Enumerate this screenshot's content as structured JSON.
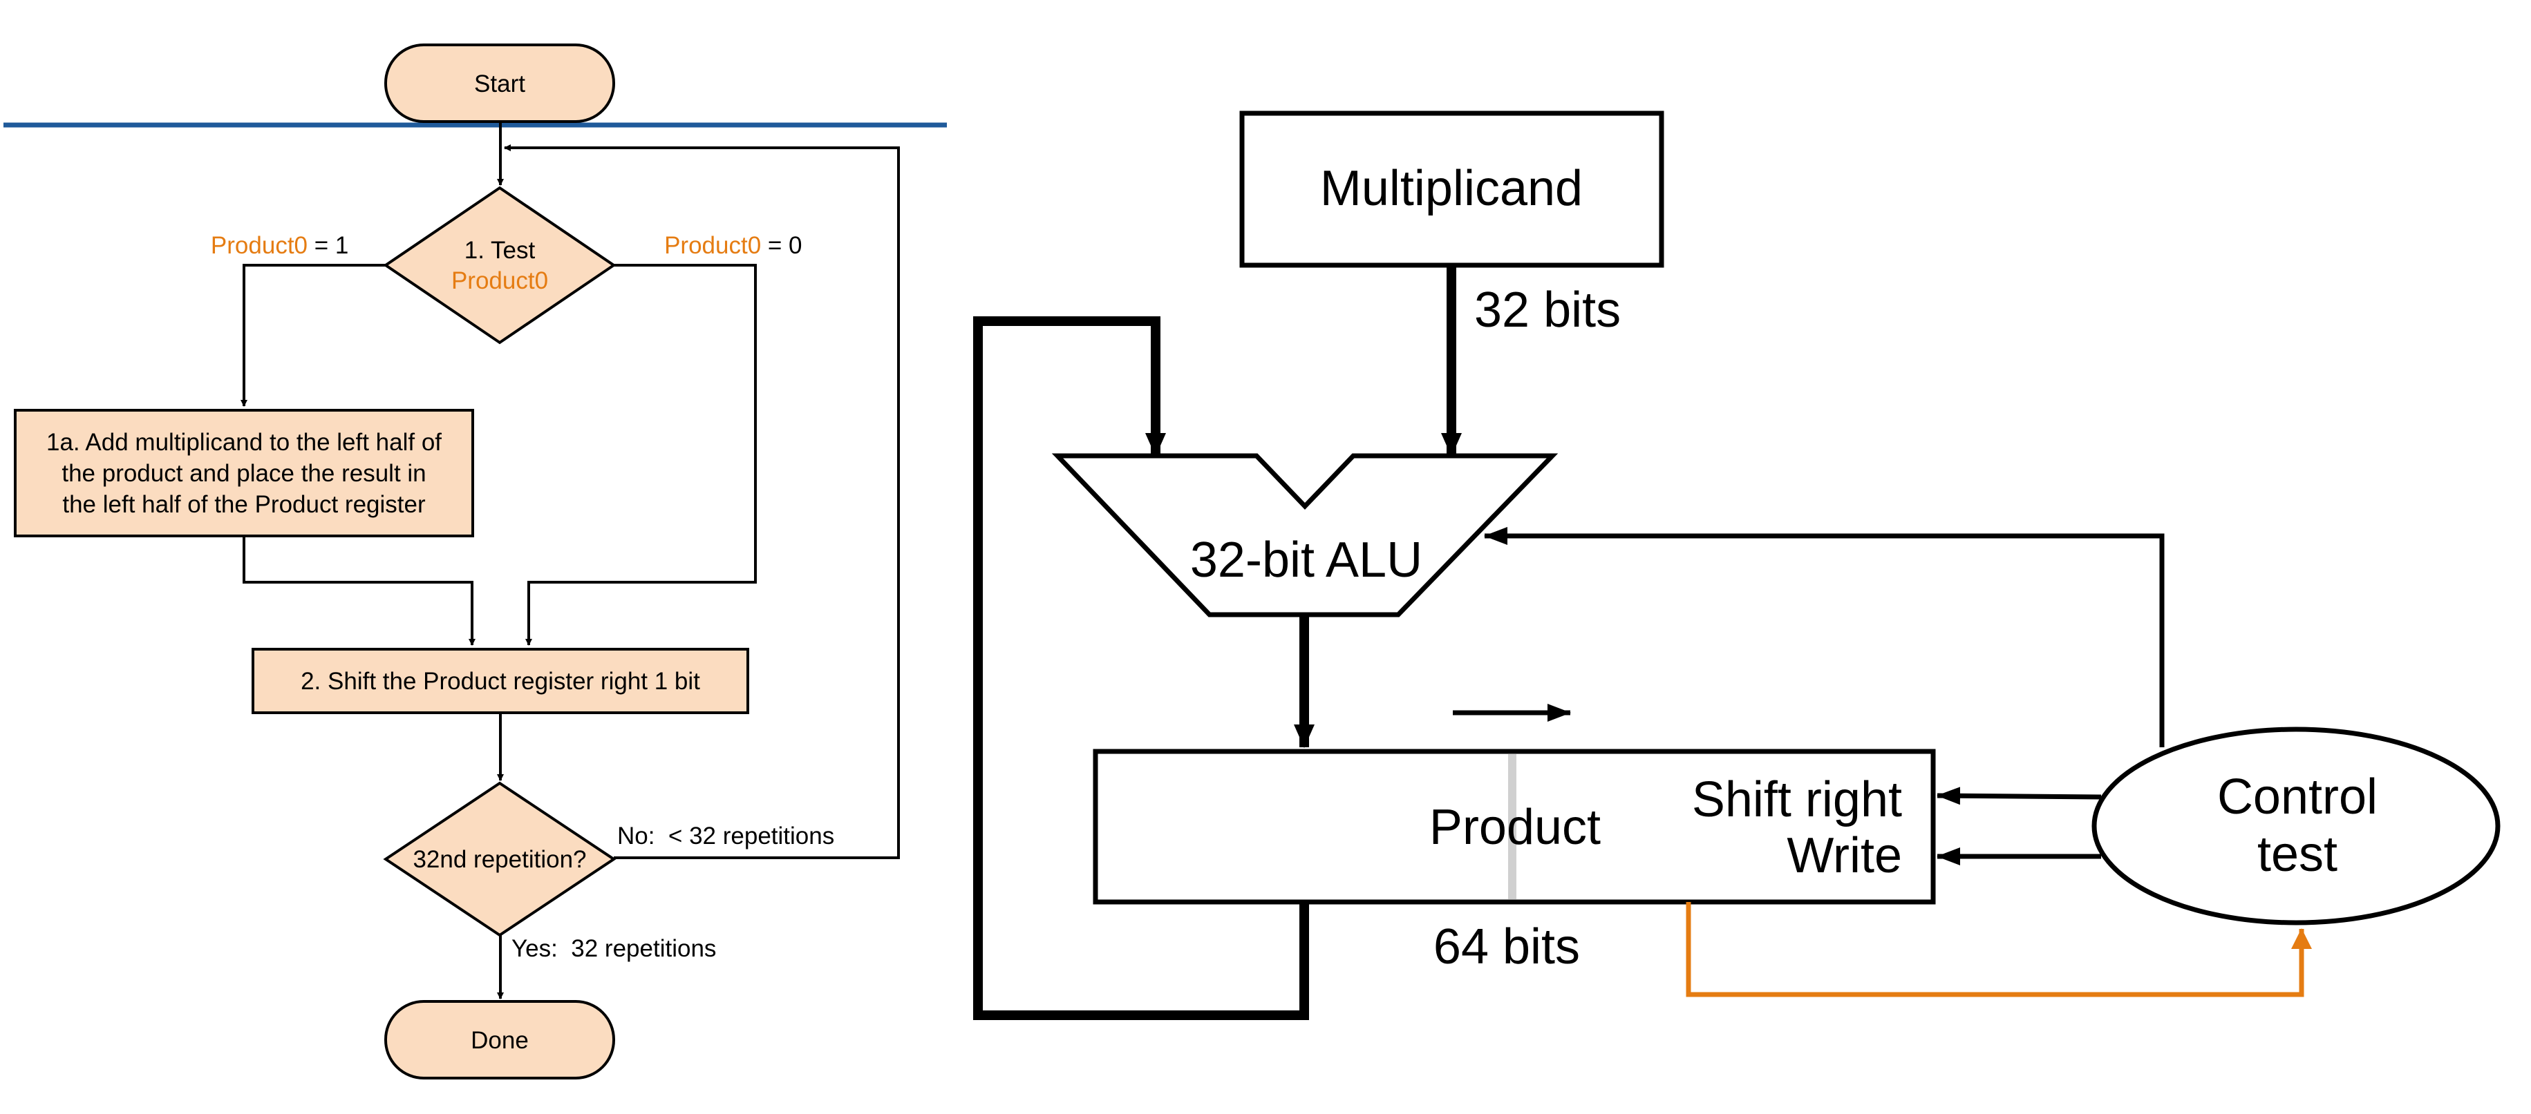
{
  "colors": {
    "node_fill": "#fbdcc0",
    "accent_orange": "#e57c12",
    "divider_blue": "#1f5a9a",
    "line": "#000000",
    "divider_grey": "#d0d0d0"
  },
  "flowchart": {
    "start_label": "Start",
    "test_line1": "1. Test",
    "test_line2": "Product0",
    "left_branch_var": "Product0",
    "left_branch_value": " = 1",
    "right_branch_var": "Product0",
    "right_branch_value": " = 0",
    "add_step_lines": [
      "1a. Add multiplicand to the left half of",
      "the product and place the result in",
      "the left half of the Product register"
    ],
    "shift_step": "2. Shift the Product register right 1 bit",
    "repeat_question": "32nd repetition?",
    "no_label": "No:  < 32 repetitions",
    "yes_label": "Yes:  32 repetitions",
    "done_label": "Done"
  },
  "hardware": {
    "multiplicand_label": "Multiplicand",
    "multiplicand_width": "32 bits",
    "alu_label": "32-bit ALU",
    "product_label": "Product",
    "product_width": "64 bits",
    "shift_right_label": "Shift right",
    "write_label": "Write",
    "control_line1": "Control",
    "control_line2": "test"
  }
}
